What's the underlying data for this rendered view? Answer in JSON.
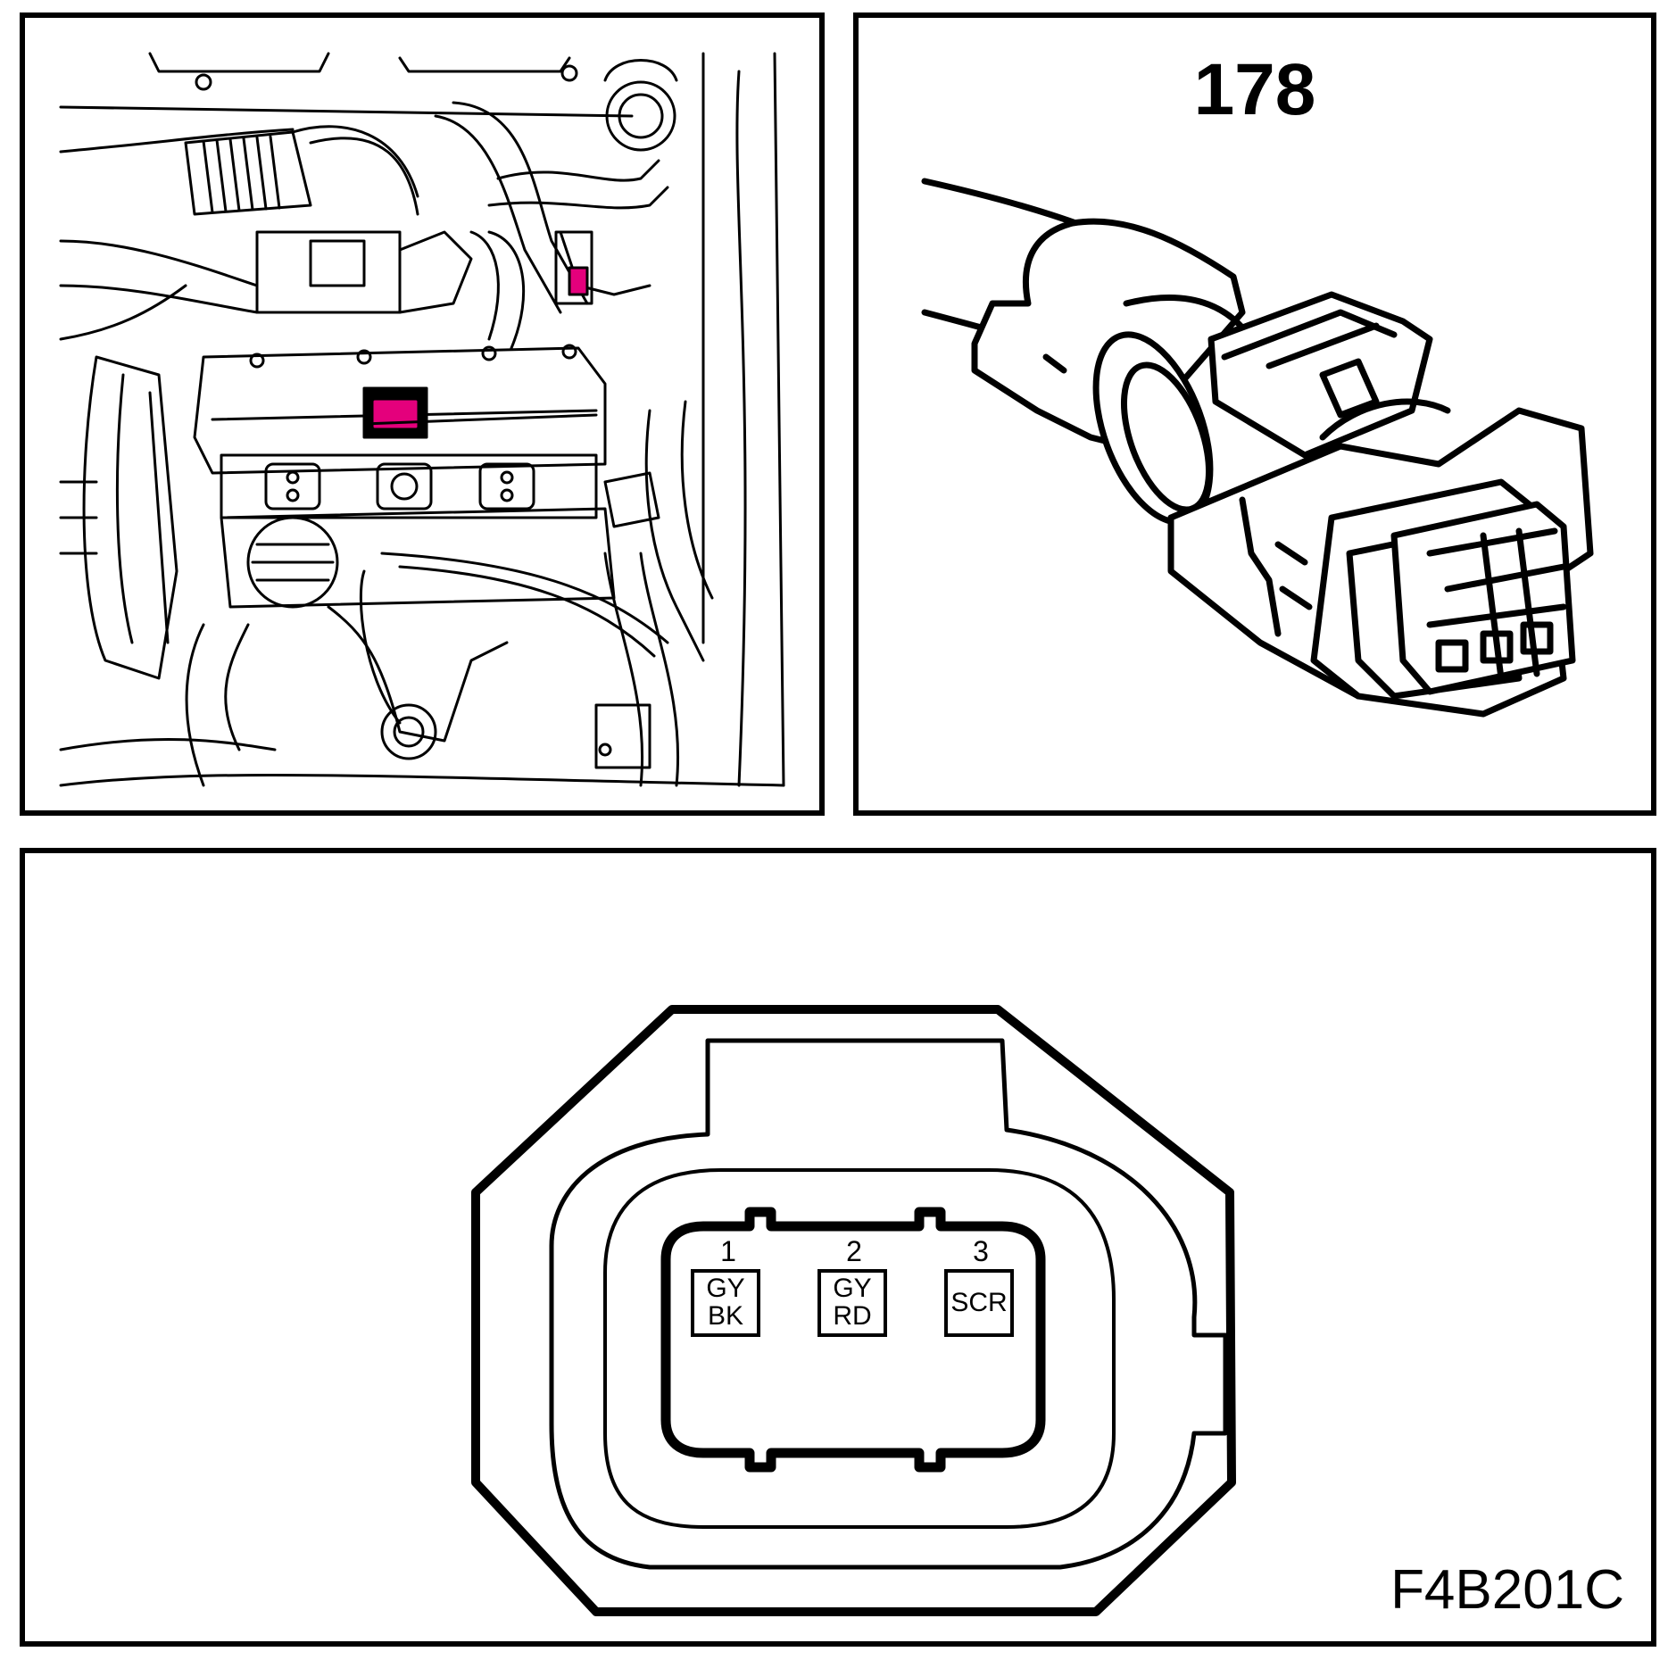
{
  "panels": {
    "engine_view": {
      "highlight_color": "#e4007c"
    },
    "connector_view": {
      "reference_number": "178"
    },
    "pinout_view": {
      "pins": [
        {
          "number": "1",
          "wire_top": "GY",
          "wire_bottom": "BK"
        },
        {
          "number": "2",
          "wire_top": "GY",
          "wire_bottom": "RD"
        },
        {
          "number": "3",
          "wire_top": "SCR",
          "wire_bottom": ""
        }
      ],
      "figure_code": "F4B201C"
    }
  }
}
